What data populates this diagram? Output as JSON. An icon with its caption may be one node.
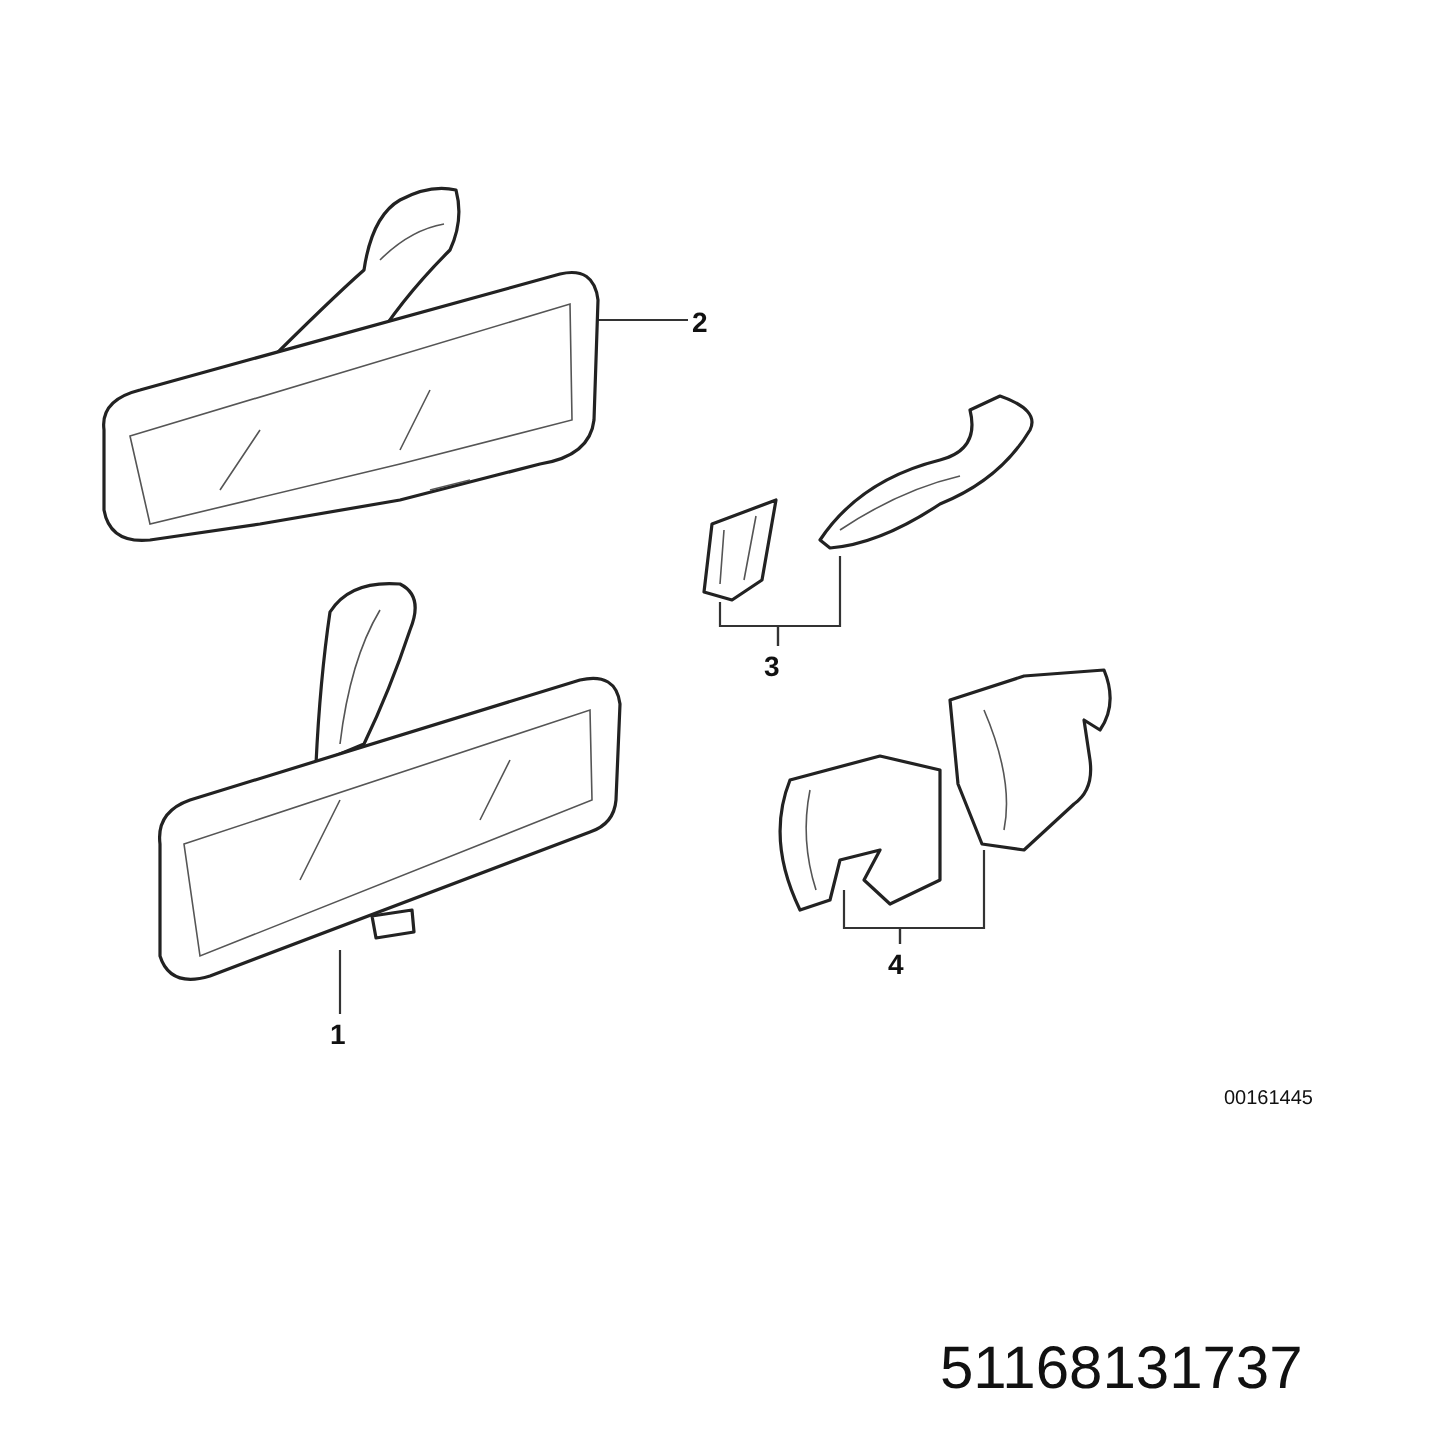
{
  "diagram": {
    "nodes": [
      {
        "text": [
          "1"
        ]
      },
      {
        "text": [],
        "shape": "picture"
      },
      {
        "text": [
          "2"
        ]
      },
      {
        "text": [],
        "shape": "picture"
      },
      {
        "text": [
          "3"
        ]
      },
      {
        "text": [],
        "shape": "picture"
      },
      {
        "text": [],
        "shape": "picture"
      },
      {
        "text": [
          "4"
        ]
      },
      {
        "text": [],
        "shape": "picture"
      },
      {
        "text": [],
        "shape": "picture"
      }
    ],
    "edges": [
      {
        "from": 0,
        "to": 1,
        "arrow": "none"
      },
      {
        "from": 2,
        "to": 3,
        "arrow": "none"
      },
      {
        "from": 4,
        "to": 5,
        "arrow": "none"
      },
      {
        "from": 4,
        "to": 6,
        "arrow": "none"
      },
      {
        "from": 7,
        "to": 8,
        "arrow": "none"
      },
      {
        "from": 7,
        "to": 9,
        "arrow": "none"
      }
    ],
    "labels": [
      "00161445",
      "51168131737"
    ]
  }
}
